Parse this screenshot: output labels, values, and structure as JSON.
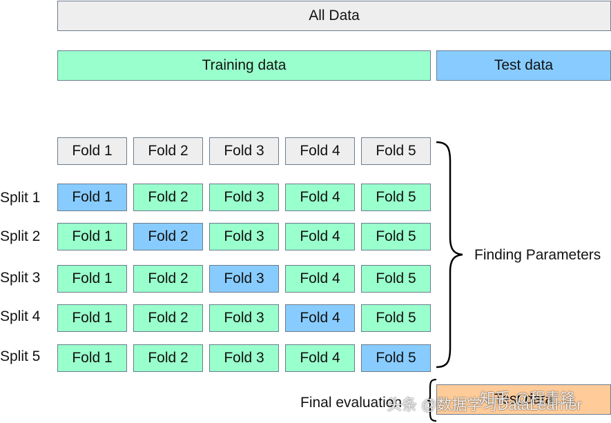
{
  "all_data": "All Data",
  "training_data": "Training data",
  "test_data": "Test data",
  "header_folds": [
    "Fold 1",
    "Fold 2",
    "Fold 3",
    "Fold 4",
    "Fold 5"
  ],
  "splits": [
    {
      "label": "Split 1",
      "folds": [
        "Fold 1",
        "Fold 2",
        "Fold 3",
        "Fold 4",
        "Fold 5"
      ],
      "test_fold_index": 0
    },
    {
      "label": "Split 2",
      "folds": [
        "Fold 1",
        "Fold 2",
        "Fold 3",
        "Fold 4",
        "Fold 5"
      ],
      "test_fold_index": 1
    },
    {
      "label": "Split 3",
      "folds": [
        "Fold 1",
        "Fold 2",
        "Fold 3",
        "Fold 4",
        "Fold 5"
      ],
      "test_fold_index": 2
    },
    {
      "label": "Split 4",
      "folds": [
        "Fold 1",
        "Fold 2",
        "Fold 3",
        "Fold 4",
        "Fold 5"
      ],
      "test_fold_index": 3
    },
    {
      "label": "Split 5",
      "folds": [
        "Fold 1",
        "Fold 2",
        "Fold 3",
        "Fold 4",
        "Fold 5"
      ],
      "test_fold_index": 4
    }
  ],
  "finding_parameters": "Finding Parameters",
  "final_evaluation": "Final evaluation",
  "watermarks": {
    "left": "头条 @数据学习DataLearner",
    "right": "知乎 @程青锋"
  },
  "colors": {
    "all_data": "#eeeeee",
    "training": "#99ffcc",
    "test": "#88ccff",
    "final_test": "#ffcc99"
  }
}
